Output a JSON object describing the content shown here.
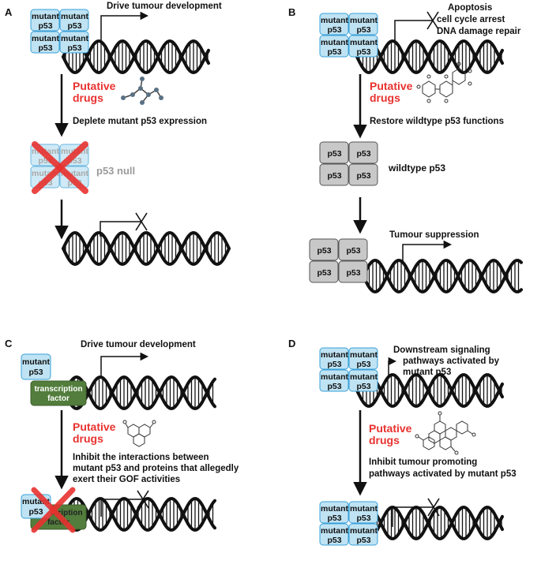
{
  "panels": {
    "A": {
      "letter": "A",
      "top_label": "Drive tumour development",
      "drugs_line1": "Putative",
      "drugs_line2": "drugs",
      "action": "Deplete mutant p53 expression",
      "null_label": "p53 null",
      "box_line1": "mutant",
      "box_line2": "p53"
    },
    "B": {
      "letter": "B",
      "outcomes": [
        "Apoptosis",
        "cell cycle arrest",
        "DNA damage repair"
      ],
      "drugs_line1": "Putative",
      "drugs_line2": "drugs",
      "action": "Restore wildtype p53 functions",
      "wt_label": "wildtype p53",
      "suppression": "Tumour suppression",
      "box_line1": "mutant",
      "box_line2": "p53",
      "wt_box": "p53"
    },
    "C": {
      "letter": "C",
      "top_label": "Drive tumour development",
      "drugs_line1": "Putative",
      "drugs_line2": "drugs",
      "action_lines": [
        "Inhibit the interactions between",
        "mutant p53 and proteins that allegedly",
        "exert their GOF activities"
      ],
      "tf_line1": "transcription",
      "tf_line2": "factor",
      "box_line1": "mutant",
      "box_line2": "p53"
    },
    "D": {
      "letter": "D",
      "signal_lines": [
        "Downstream signaling",
        "pathways activated by",
        "mutant p53"
      ],
      "drugs_line1": "Putative",
      "drugs_line2": "drugs",
      "action_lines": [
        "Inhibit tumour promoting",
        "pathways activated by mutant p53"
      ],
      "box_line1": "mutant",
      "box_line2": "p53"
    }
  },
  "colors": {
    "mutant_fill": "#bfe3f3",
    "mutant_stroke": "#3aa0d8",
    "wildtype_fill": "#c8c8c8",
    "tf_fill": "#527d3c",
    "cross": "#e8322f",
    "drug_text": "#e8322f",
    "null_text": "#9a9a9a"
  },
  "icons": {
    "molecule": "molecule-icon",
    "cross": "cross-icon",
    "block": "blocked-arrow-icon",
    "promoter": "promoter-arrow-icon",
    "dna": "dna-helix"
  }
}
